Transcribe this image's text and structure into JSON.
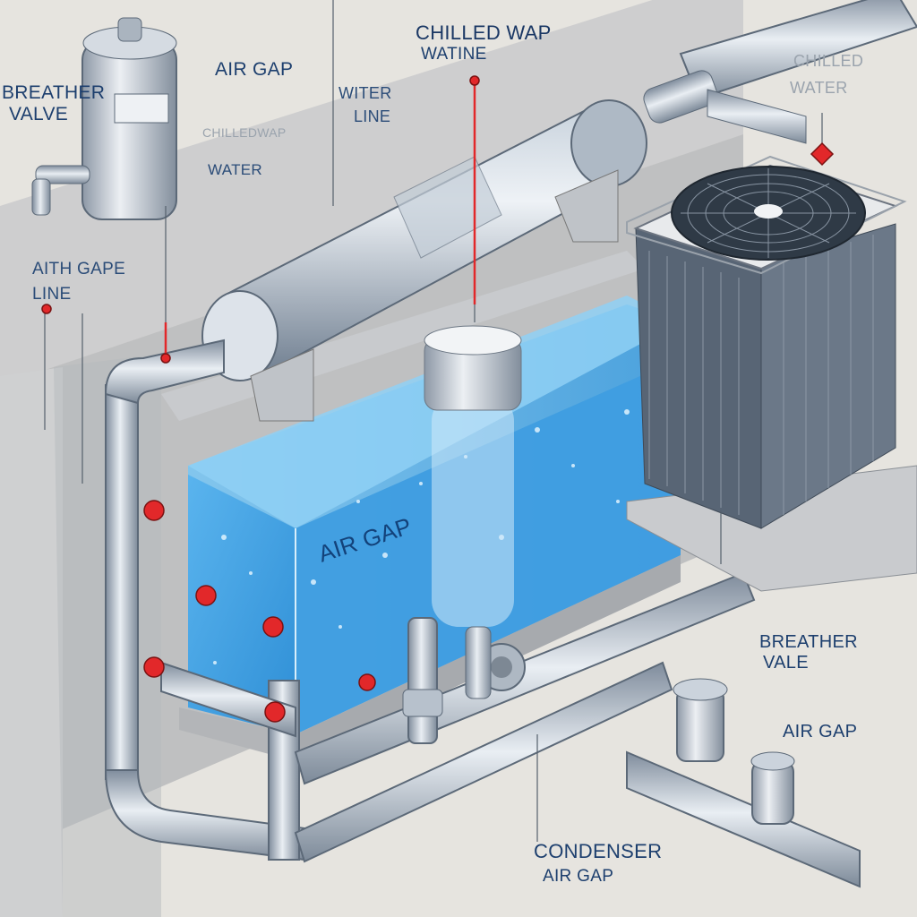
{
  "diagram": {
    "labels": {
      "breather_valve_top": [
        "BREATHER",
        "VALVE"
      ],
      "air_gap_top": "AIR GAP",
      "chilled_wap": "CHILLED WAP",
      "watine": "WATINE",
      "witer": "WITER",
      "line_top": "LINE",
      "chilledwap_faint": "CHILLEDWAP",
      "water_mid": "WATER",
      "chilled_right": "CHILLED",
      "water_right": "WATER",
      "aith_gape": "AITH GAPE",
      "line_left": "LINE",
      "air_gap_tank": "AIR GAP",
      "breather_vale": [
        "BREATHER",
        "VALE"
      ],
      "air_gap_right": "AIR GAP",
      "condenser": "CONDENSER",
      "air_gap_bottom": "AIR GAP"
    },
    "colors": {
      "background": "#e6e4df",
      "wall": "#a9adb3",
      "water": "#4aa6e6",
      "pipe": "#aab6c4",
      "marker_red": "#e2282a",
      "text": "#1d3f6e"
    },
    "icons": [
      "breather-valve-icon",
      "fan-icon",
      "valve-icon",
      "marker-icon"
    ]
  }
}
